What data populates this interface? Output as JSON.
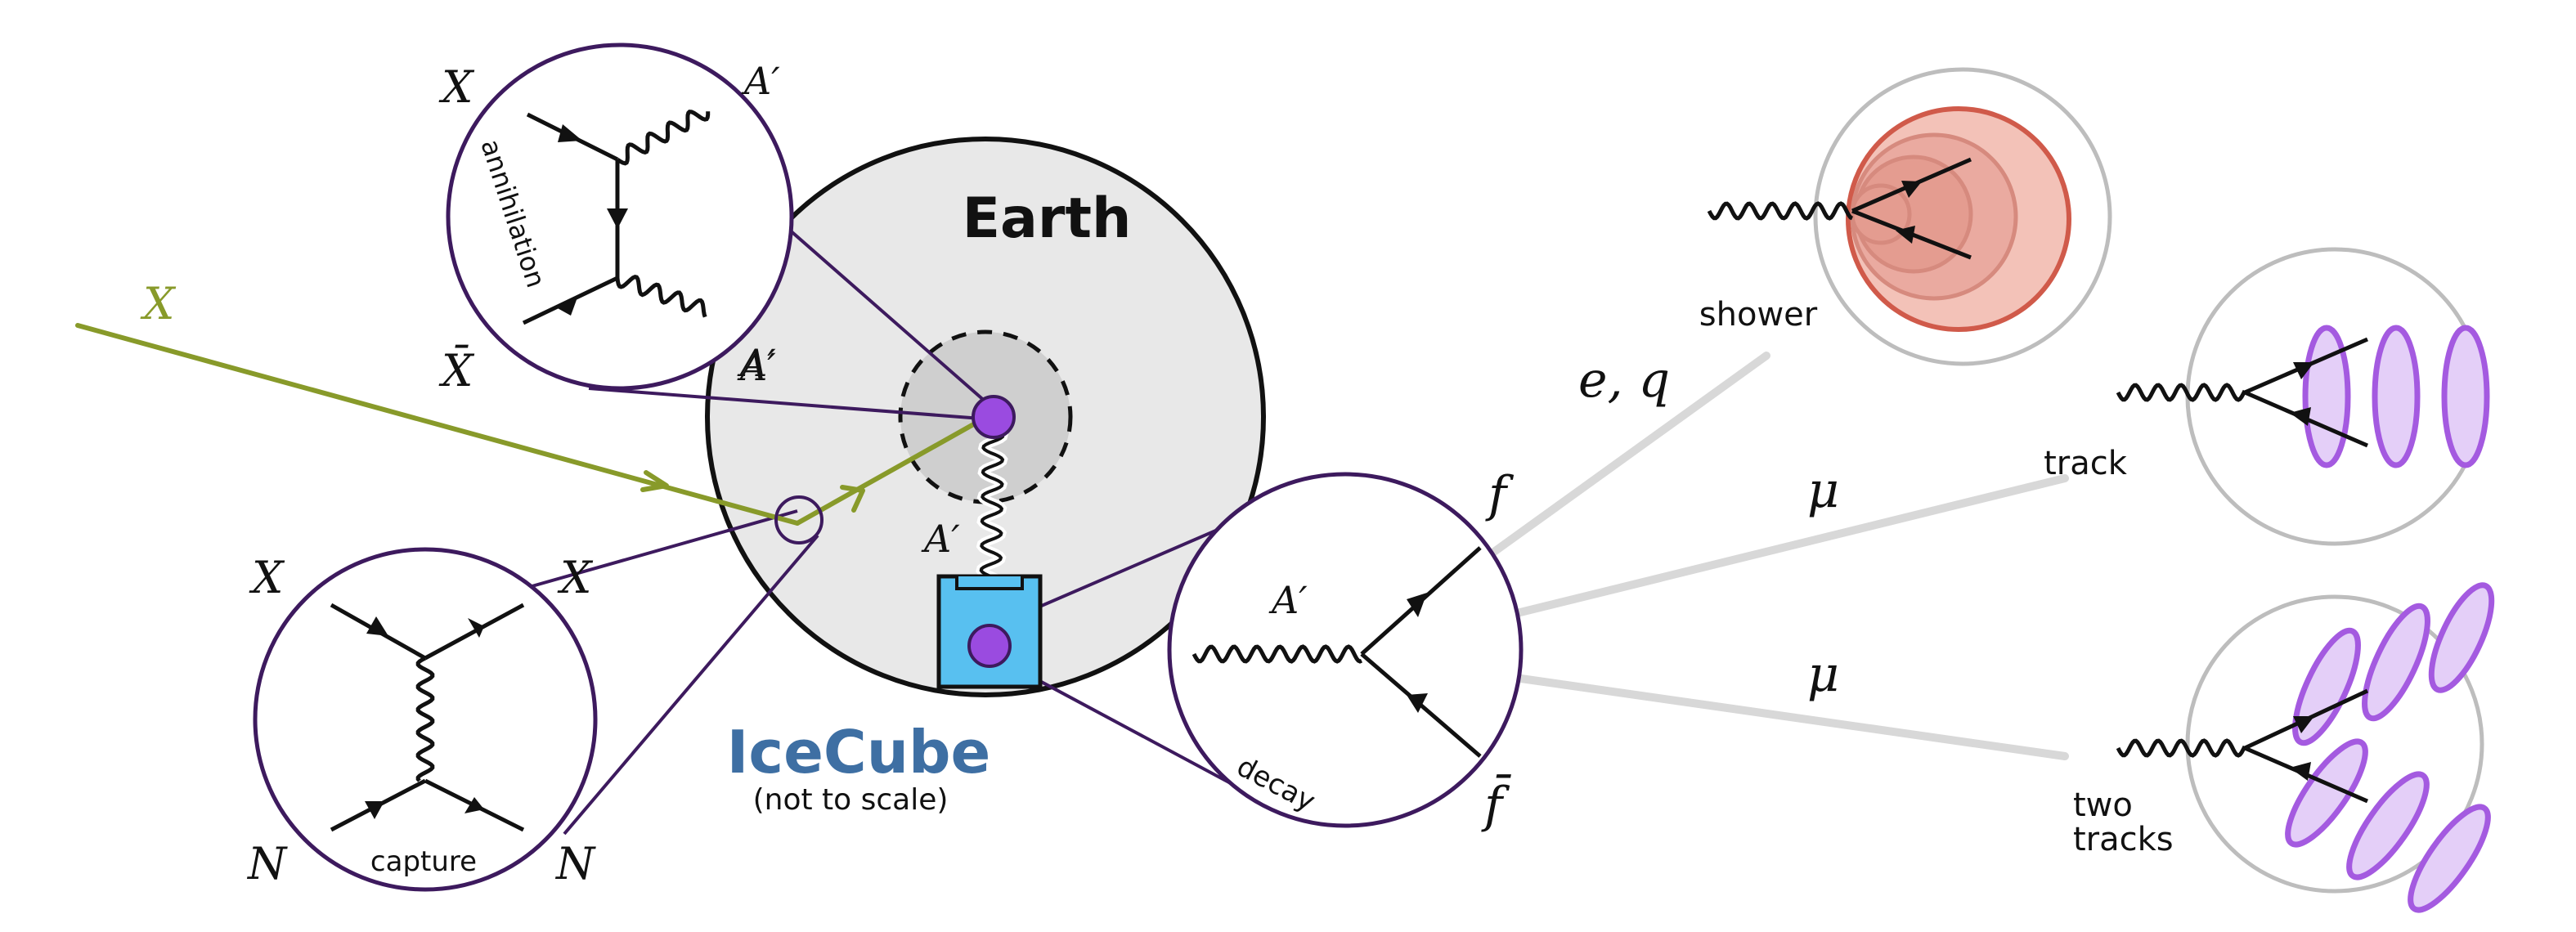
{
  "colors": {
    "dm_track": "#889a2a",
    "zoom_border": "#3d1a5e",
    "earth_fill": "#e8e8e8",
    "core_fill": "#cfcfcf",
    "icecube_fill": "#58c0f0",
    "mediator_dot": "#9a4be0",
    "shower": "#d05a4a",
    "track_purple": "#a45ae0",
    "icecube_text": "#3e6fa3",
    "out_lines": "#d8d8d8"
  },
  "labels": {
    "earth": "Earth",
    "icecube": "IceCube",
    "not_to_scale": "(not to scale)",
    "dm_incoming": "X",
    "mediator_core": "A′",
    "mediator_beam": "A′"
  },
  "annihilation": {
    "caption": "annihilation",
    "top_left": "X",
    "top_right": "A′",
    "bottom_left": "X̄",
    "bottom_right": "A′"
  },
  "capture": {
    "caption": "capture",
    "top_left": "X",
    "top_right": "X",
    "bottom_left": "N",
    "bottom_right": "N"
  },
  "decay": {
    "caption": "decay",
    "mediator": "A′",
    "fermion": "f",
    "antifermion": "f̄"
  },
  "channels": {
    "electron_quark": "e, q",
    "muon_single": "μ",
    "muon_pair": "μ"
  },
  "signatures": {
    "shower": "shower",
    "track": "track",
    "two_tracks_line1": "two",
    "two_tracks_line2": "tracks"
  }
}
